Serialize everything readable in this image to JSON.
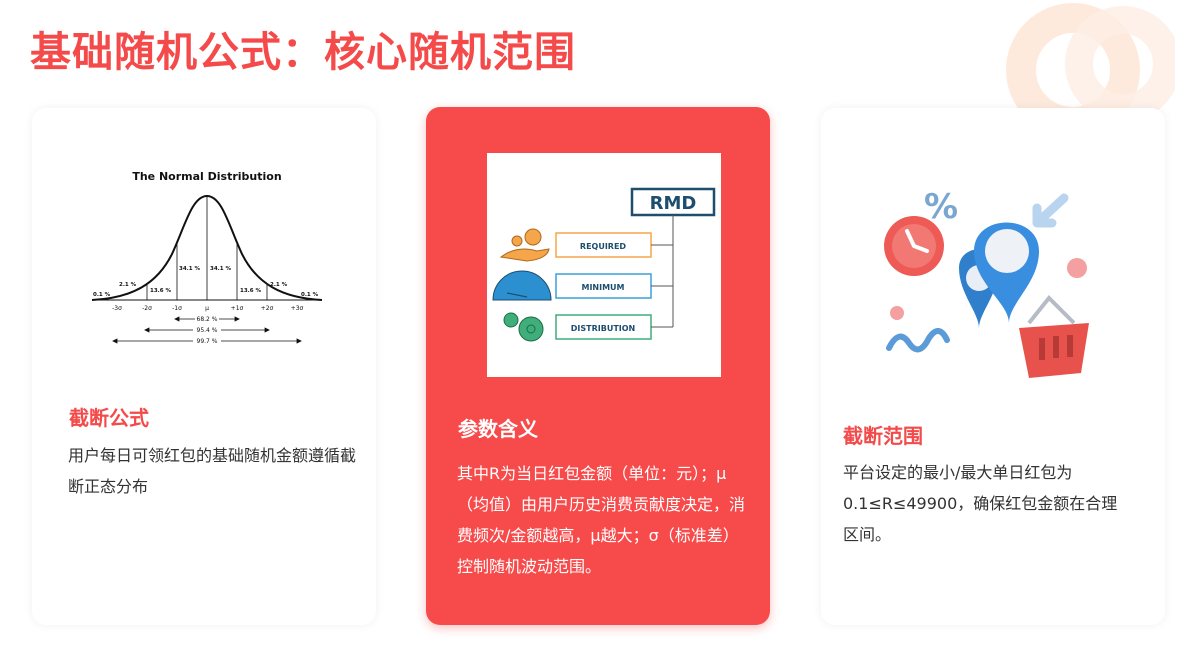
{
  "page": {
    "title": "基础随机公式：核心随机范围",
    "accent_color": "#f44a4a",
    "highlight_card_color": "#f74a4a"
  },
  "cards": [
    {
      "heading": "截断公式",
      "body": "用户每日可领红包的基础随机金额遵循截断正态分布",
      "image": {
        "icon": "normal-distribution-chart",
        "title": "The Normal Distribution",
        "ticks": [
          "-3σ",
          "-2σ",
          "-1σ",
          "μ",
          "+1σ",
          "+2σ",
          "+3σ"
        ],
        "segments": [
          "0.1 %",
          "2.1 %",
          "13.6 %",
          "34.1 %",
          "34.1 %",
          "13.6 %",
          "2.1 %",
          "0.1 %"
        ],
        "ranges": [
          "68.2 %",
          "95.4 %",
          "99.7 %"
        ]
      }
    },
    {
      "heading": "参数含义",
      "body": "其中R为当日红包金额（单位：元）；μ（均值）由用户历史消费贡献度决定，消费频次/金额越高，μ越大；σ（标准差）控制随机波动范围。",
      "image": {
        "icon": "rmd-diagram",
        "root": "RMD",
        "items": [
          "REQUIRED",
          "MINIMUM",
          "DISTRIBUTION"
        ],
        "item_colors": [
          "#f5a54a",
          "#3aa0d8",
          "#3fae7a"
        ]
      }
    },
    {
      "heading": "截断范围",
      "body": "平台设定的最小/最大单日红包为0.1≤R≤49900，确保红包金额在合理区间。",
      "image": {
        "icon": "shopping-location-illustration",
        "percent_symbol": "%"
      }
    }
  ]
}
